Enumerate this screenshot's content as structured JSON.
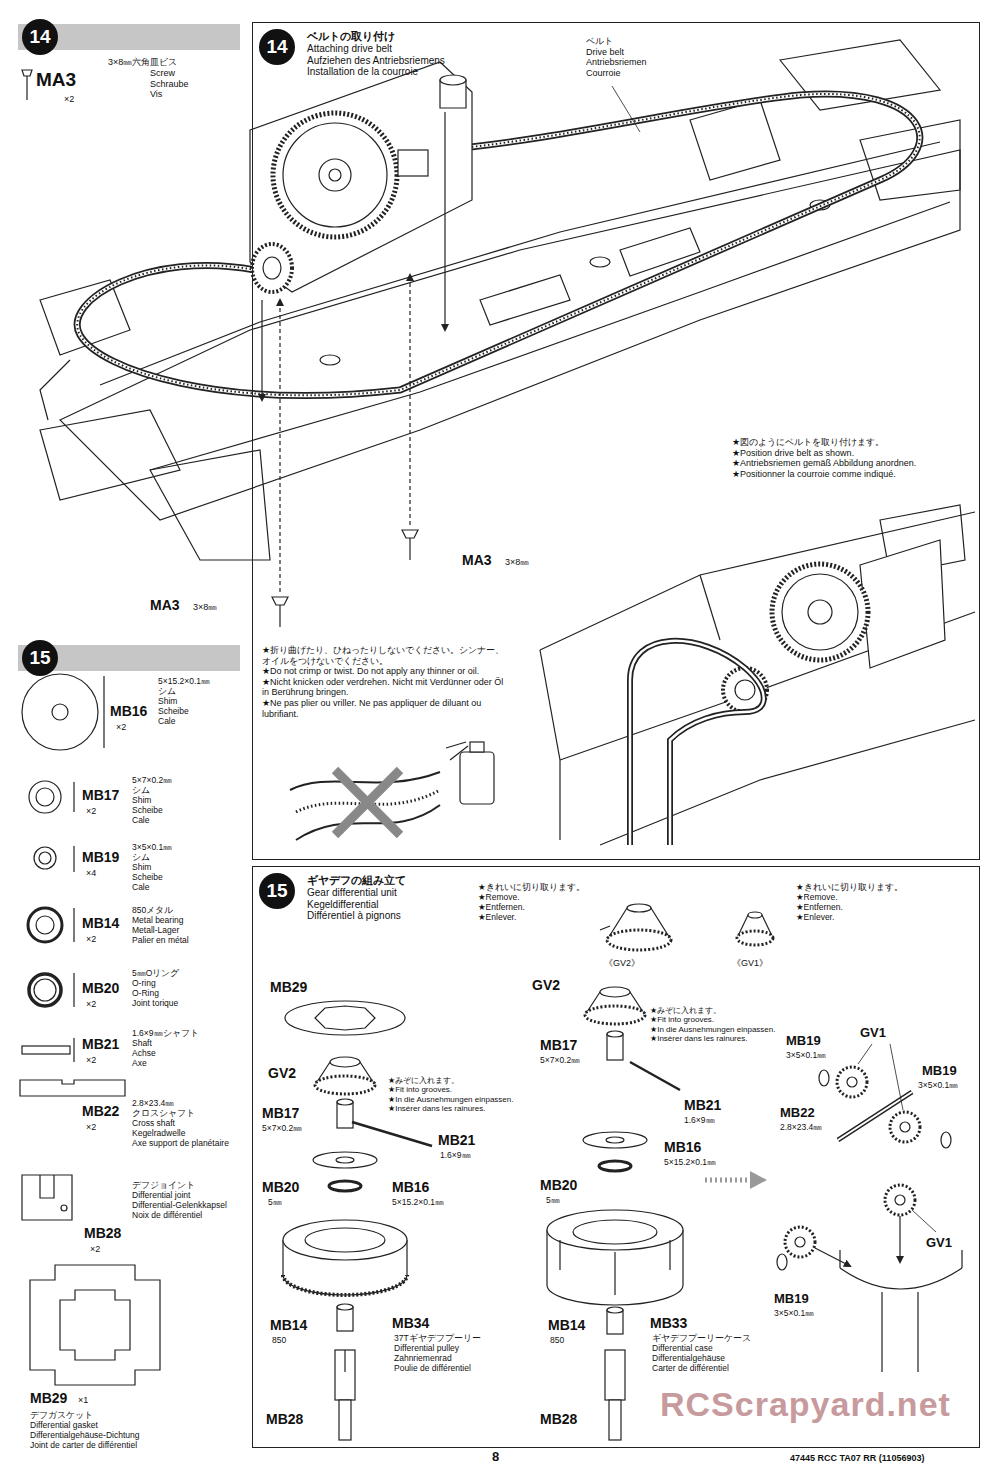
{
  "diagram": {
    "nodes": [
      {
        "text": [
          "14"
        ]
      },
      {
        "text": [
          "14",
          "ベルトの取り付け",
          "Attaching drive belt",
          "Aufziehen des Antriebsriemens",
          "Installation de la courroie"
        ]
      },
      {
        "text": [
          "15"
        ]
      },
      {
        "text": [
          "15",
          "ギヤデフの組み立て",
          "Gear differential unit",
          "Kegeldifferential",
          "Différentiel à pignons"
        ]
      }
    ],
    "labels": [
      "3×8㎜六角皿ビス",
      "Screw",
      "Schraube",
      "Vis",
      "MA3",
      "×2",
      "ベルト",
      "Drive belt",
      "Antriebsriemen",
      "Courroie",
      "MA3",
      "3×8㎜",
      "MA3",
      "3×8㎜",
      "★図のようにベルトを取り付けます。",
      "★Position drive belt as shown.",
      "★Antriebsriemen gemäß Abbildung anordnen.",
      "★Positionner la courroie comme indiqué.",
      "★折り曲げたり、ひねったりしないでください。シンナー、オイルをつけないでください。",
      "★Do not crimp or twist. Do not apply any thinner or oil.",
      "★Nicht knicken oder verdrehen. Nicht mit Verdünner oder Öl in Berührung bringen.",
      "★Ne pas plier ou vriller. Ne pas appliquer de diluant ou lubrifiant.",
      "MB16",
      "×2",
      "5×15.2×0.1㎜",
      "シム",
      "Shim",
      "Scheibe",
      "Cale",
      "MB17",
      "×2",
      "5×7×0.2㎜",
      "シム",
      "Shim",
      "Scheibe",
      "Cale",
      "MB19",
      "×4",
      "3×5×0.1㎜",
      "シム",
      "Shim",
      "Scheibe",
      "Cale",
      "MB14",
      "×2",
      "850メタル",
      "Metal bearing",
      "Metall-Lager",
      "Palier en métal",
      "MB20",
      "×2",
      "5㎜Oリング",
      "O-ring",
      "O-Ring",
      "Joint torique",
      "MB21",
      "×2",
      "1.6×9㎜シャフト",
      "Shaft",
      "Achse",
      "Axe",
      "MB22",
      "×2",
      "2.8×23.4㎜",
      "クロスシャフト",
      "Cross shaft",
      "Kegelradwelle",
      "Axe support de planétaire",
      "MB28",
      "×2",
      "デフジョイント",
      "Differential joint",
      "Differential-Gelenkkapsel",
      "Noix de différentiel",
      "MB29",
      "×1",
      "デフガスケット",
      "Differential gasket",
      "Differentialgehäuse-Dichtung",
      "Joint de carter de différentiel",
      "★きれいに切り取ります。",
      "★Remove.",
      "★Entfernen.",
      "★Enlever.",
      "★きれいに切り取ります。",
      "★Remove.",
      "★Entfernen.",
      "★Enlever.",
      "《GV2》",
      "《GV1》",
      "MB29",
      "GV2",
      "★みぞに入れます。",
      "★Fit into grooves.",
      "★In die Ausnehmungen einpassen.",
      "★Insérer dans les rainures.",
      "MB17",
      "5×7×0.2㎜",
      "MB21",
      "1.6×9㎜",
      "MB20",
      "5㎜",
      "MB16",
      "5×15.2×0.1㎜",
      "MB14",
      "850",
      "MB34",
      "37Tギヤデフプーリー",
      "Differential pulley",
      "Zahnriemenrad",
      "Poulie de différentiel",
      "MB28",
      "GV2",
      "★みぞに入れます。",
      "★Fit into grooves.",
      "★In die Ausnehmungen einpassen.",
      "★Insérer dans les rainures.",
      "MB17",
      "5×7×0.2㎜",
      "MB21",
      "1.6×9㎜",
      "MB16",
      "5×15.2×0.1㎜",
      "MB20",
      "5㎜",
      "MB14",
      "850",
      "MB33",
      "ギヤデフプーリーケース",
      "Differential case",
      "Differentialgehäuse",
      "Carter de différentiel",
      "MB28",
      "MB19",
      "3×5×0.1㎜",
      "GV1",
      "MB19",
      "3×5×0.1㎜",
      "MB22",
      "2.8×23.4㎜",
      "GV1",
      "MB19",
      "3×5×0.1㎜",
      "8",
      "47445 RCC TA07 RR (11056903)",
      "RCScrapyard.net"
    ]
  }
}
